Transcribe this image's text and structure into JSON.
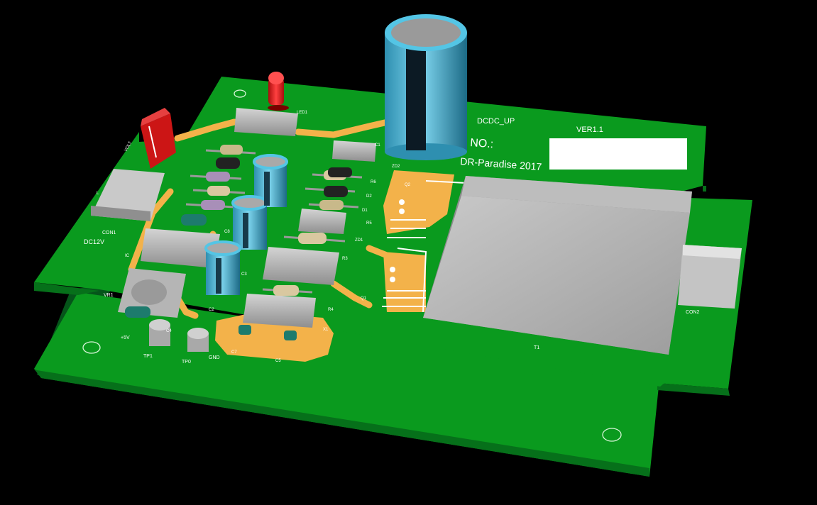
{
  "board": {
    "title": "DCDC_UP",
    "version": "VER1.1",
    "no_label": "NO.:",
    "credit": "DR-Paradise  2017",
    "power_jack": "DC12V",
    "con1": "CON1",
    "con2": "CON2",
    "t1": "T1",
    "vr1": "VR1",
    "plus5v": "+5V",
    "gnd": "GND",
    "tp1": "TP1",
    "tp0": "TP0",
    "led1": "LED1",
    "volt": "VOLT",
    "q1": "Q1",
    "q2": "Q2",
    "r3": "R3",
    "r4": "R4",
    "c2": "C2",
    "c3": "C3",
    "c4": "C4",
    "c5": "C5",
    "c7": "C7",
    "c8": "C8",
    "x1": "X1",
    "zd1": "ZD1",
    "zd2": "ZD2",
    "d1": "D1",
    "d2": "D2",
    "r5": "R5",
    "r6": "R6",
    "ic1": "IC",
    "label_l": "L",
    "label_c1": "C1"
  },
  "colors": {
    "board": "#0a9a1e",
    "board_edge": "#06701a",
    "copper": "#f3b24a",
    "capacitor": "#47b6d6",
    "ic_body": "#b8b8b8",
    "led": "#e01b1b",
    "trimmer": "#cc1515"
  }
}
